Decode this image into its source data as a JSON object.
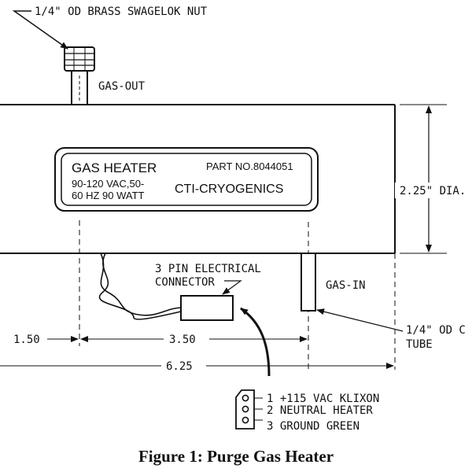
{
  "callouts": {
    "nut": "1/4\" OD BRASS SWAGELOK NUT",
    "gas_out": "GAS-OUT",
    "gas_in": "GAS-IN",
    "diameter": "2.25\" DIA.",
    "tube_line1": "1/4\" OD C",
    "tube_line2": "TUBE",
    "connector_line1": "3 PIN ELECTRICAL",
    "connector_line2": "CONNECTOR"
  },
  "nameplate": {
    "title": "GAS HEATER",
    "part_no": "PART NO.8044051",
    "rating_line1": "90-120 VAC,50-",
    "rating_line2": "60 HZ  90 WATT",
    "maker": "CTI-CRYOGENICS"
  },
  "dimensions": {
    "d1": "1.50",
    "d2": "3.50",
    "d3": "6.25"
  },
  "pins": [
    {
      "label": "1 +115 VAC KLIXON"
    },
    {
      "label": "2 NEUTRAL HEATER"
    },
    {
      "label": "3 GROUND GREEN"
    }
  ],
  "caption": "Figure 1: Purge Gas Heater",
  "colors": {
    "ink": "#111111",
    "paper": "#ffffff"
  }
}
